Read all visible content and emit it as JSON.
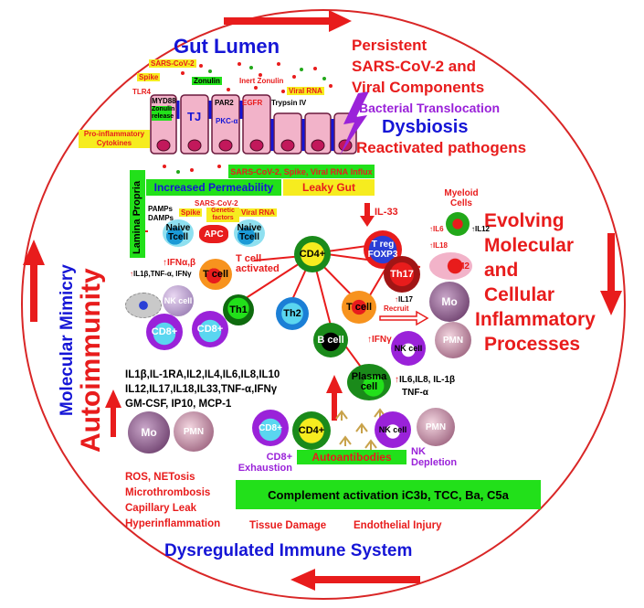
{
  "titles": {
    "gut_lumen": "Gut Lumen",
    "dysbiosis": "Dysbiosis",
    "reactivated": "Reactivated pathogens",
    "dysregulated": "Dysregulated Immune System",
    "molecular_mimicry": "Molecular Mimicry",
    "autoimmunity": "Autoimmunity",
    "bacterial_translocation": "Bacterial Translocation",
    "persistent": [
      "Persistent",
      "SARS-CoV-2 and",
      "Viral Components"
    ],
    "evolving": [
      "Evolving",
      "Molecular",
      "and",
      "Cellular",
      "Inflammatory",
      "Processes"
    ]
  },
  "gut": {
    "sars_cov2": "SARS-CoV-2",
    "spike": "Spike",
    "tlr4": "TLR4",
    "myd88": "MYD88",
    "zonulin": "Zonulin",
    "zonulin_release": "Zonulin release",
    "tj": "TJ",
    "par2": "PAR2",
    "pkc": "PKC-α",
    "egfr": "EGFR",
    "inert_zonulin": "Inert Zonulin",
    "trypsin": "Trypsin IV",
    "viral_rna": "Viral RNA",
    "pro_inflammatory": "Pro-inflammatory Cytokines",
    "influx": "SARS-CoV-2, Spike, Viral RNA",
    "influx_word": "Influx",
    "increased_permeability": "Increased Permeability",
    "leaky_gut": "Leaky Gut",
    "lamina_propria": "Lamina Propria"
  },
  "immune": {
    "pamps": "PAMPs",
    "damps": "DAMPs",
    "spike": "Spike",
    "sars_cov2": "SARS-CoV-2",
    "genetic_factors": "Genetic factors",
    "viral_rna": "Viral RNA",
    "naive_tcell": "Naive Tcell",
    "apc": "APC",
    "ifn_ab": "IFNα,β",
    "il1b_tnf_ifng": "IL1β,TNF-α, IFNγ",
    "t_cell": "T cell",
    "t_cell_activated": "T cell activated",
    "nk_cell": "NK cell",
    "cd8": "CD8+",
    "cd4": "CD4+",
    "th1": "Th1",
    "th2": "Th2",
    "b_cell": "B cell",
    "treg": "T reg",
    "foxp3": "FOXP3",
    "il33": "IL-33",
    "th17": "Th17",
    "myeloid": "Myeloid Cells",
    "il6": "IL6",
    "il12": "IL12",
    "il18": "IL18",
    "m2": "M2",
    "il17": "IL17",
    "recruit": "Recruit",
    "mo": "Mo",
    "pmn": "PMN",
    "ifng": "IFNγ",
    "plasma_cell": "Plasma cell",
    "plasma_cytokines": "IL6,IL8, IL-1β",
    "tnfa": "TNF-α",
    "cytokines_1": "IL1β,IL-1RA,IL2,IL4,IL6,IL8,IL10",
    "cytokines_2": "IL12,IL17,IL18,IL33,TNF-α,IFNγ",
    "cytokines_3": "GM-CSF, IP10, MCP-1",
    "autoantibodies": "Autoantibodies",
    "cd8_exhaustion": "CD8+ Exhaustion",
    "nk_depletion": "NK Depletion",
    "complement": "Complement activation iC3b, TCC, Ba, C5a"
  },
  "outcomes": {
    "ros": "ROS, NETosis",
    "micro": "Microthrombosis",
    "capillary": "Capillary Leak",
    "hyper": "Hyperinflammation",
    "tissue": "Tissue Damage",
    "endothelial": "Endothelial Injury"
  },
  "colors": {
    "blue": "#1515d6",
    "red": "#e81c1c",
    "purple": "#9a22d9",
    "green": "#22e01a",
    "yellow": "#f6ec1f",
    "pink_cell": "#f2b3c9"
  }
}
